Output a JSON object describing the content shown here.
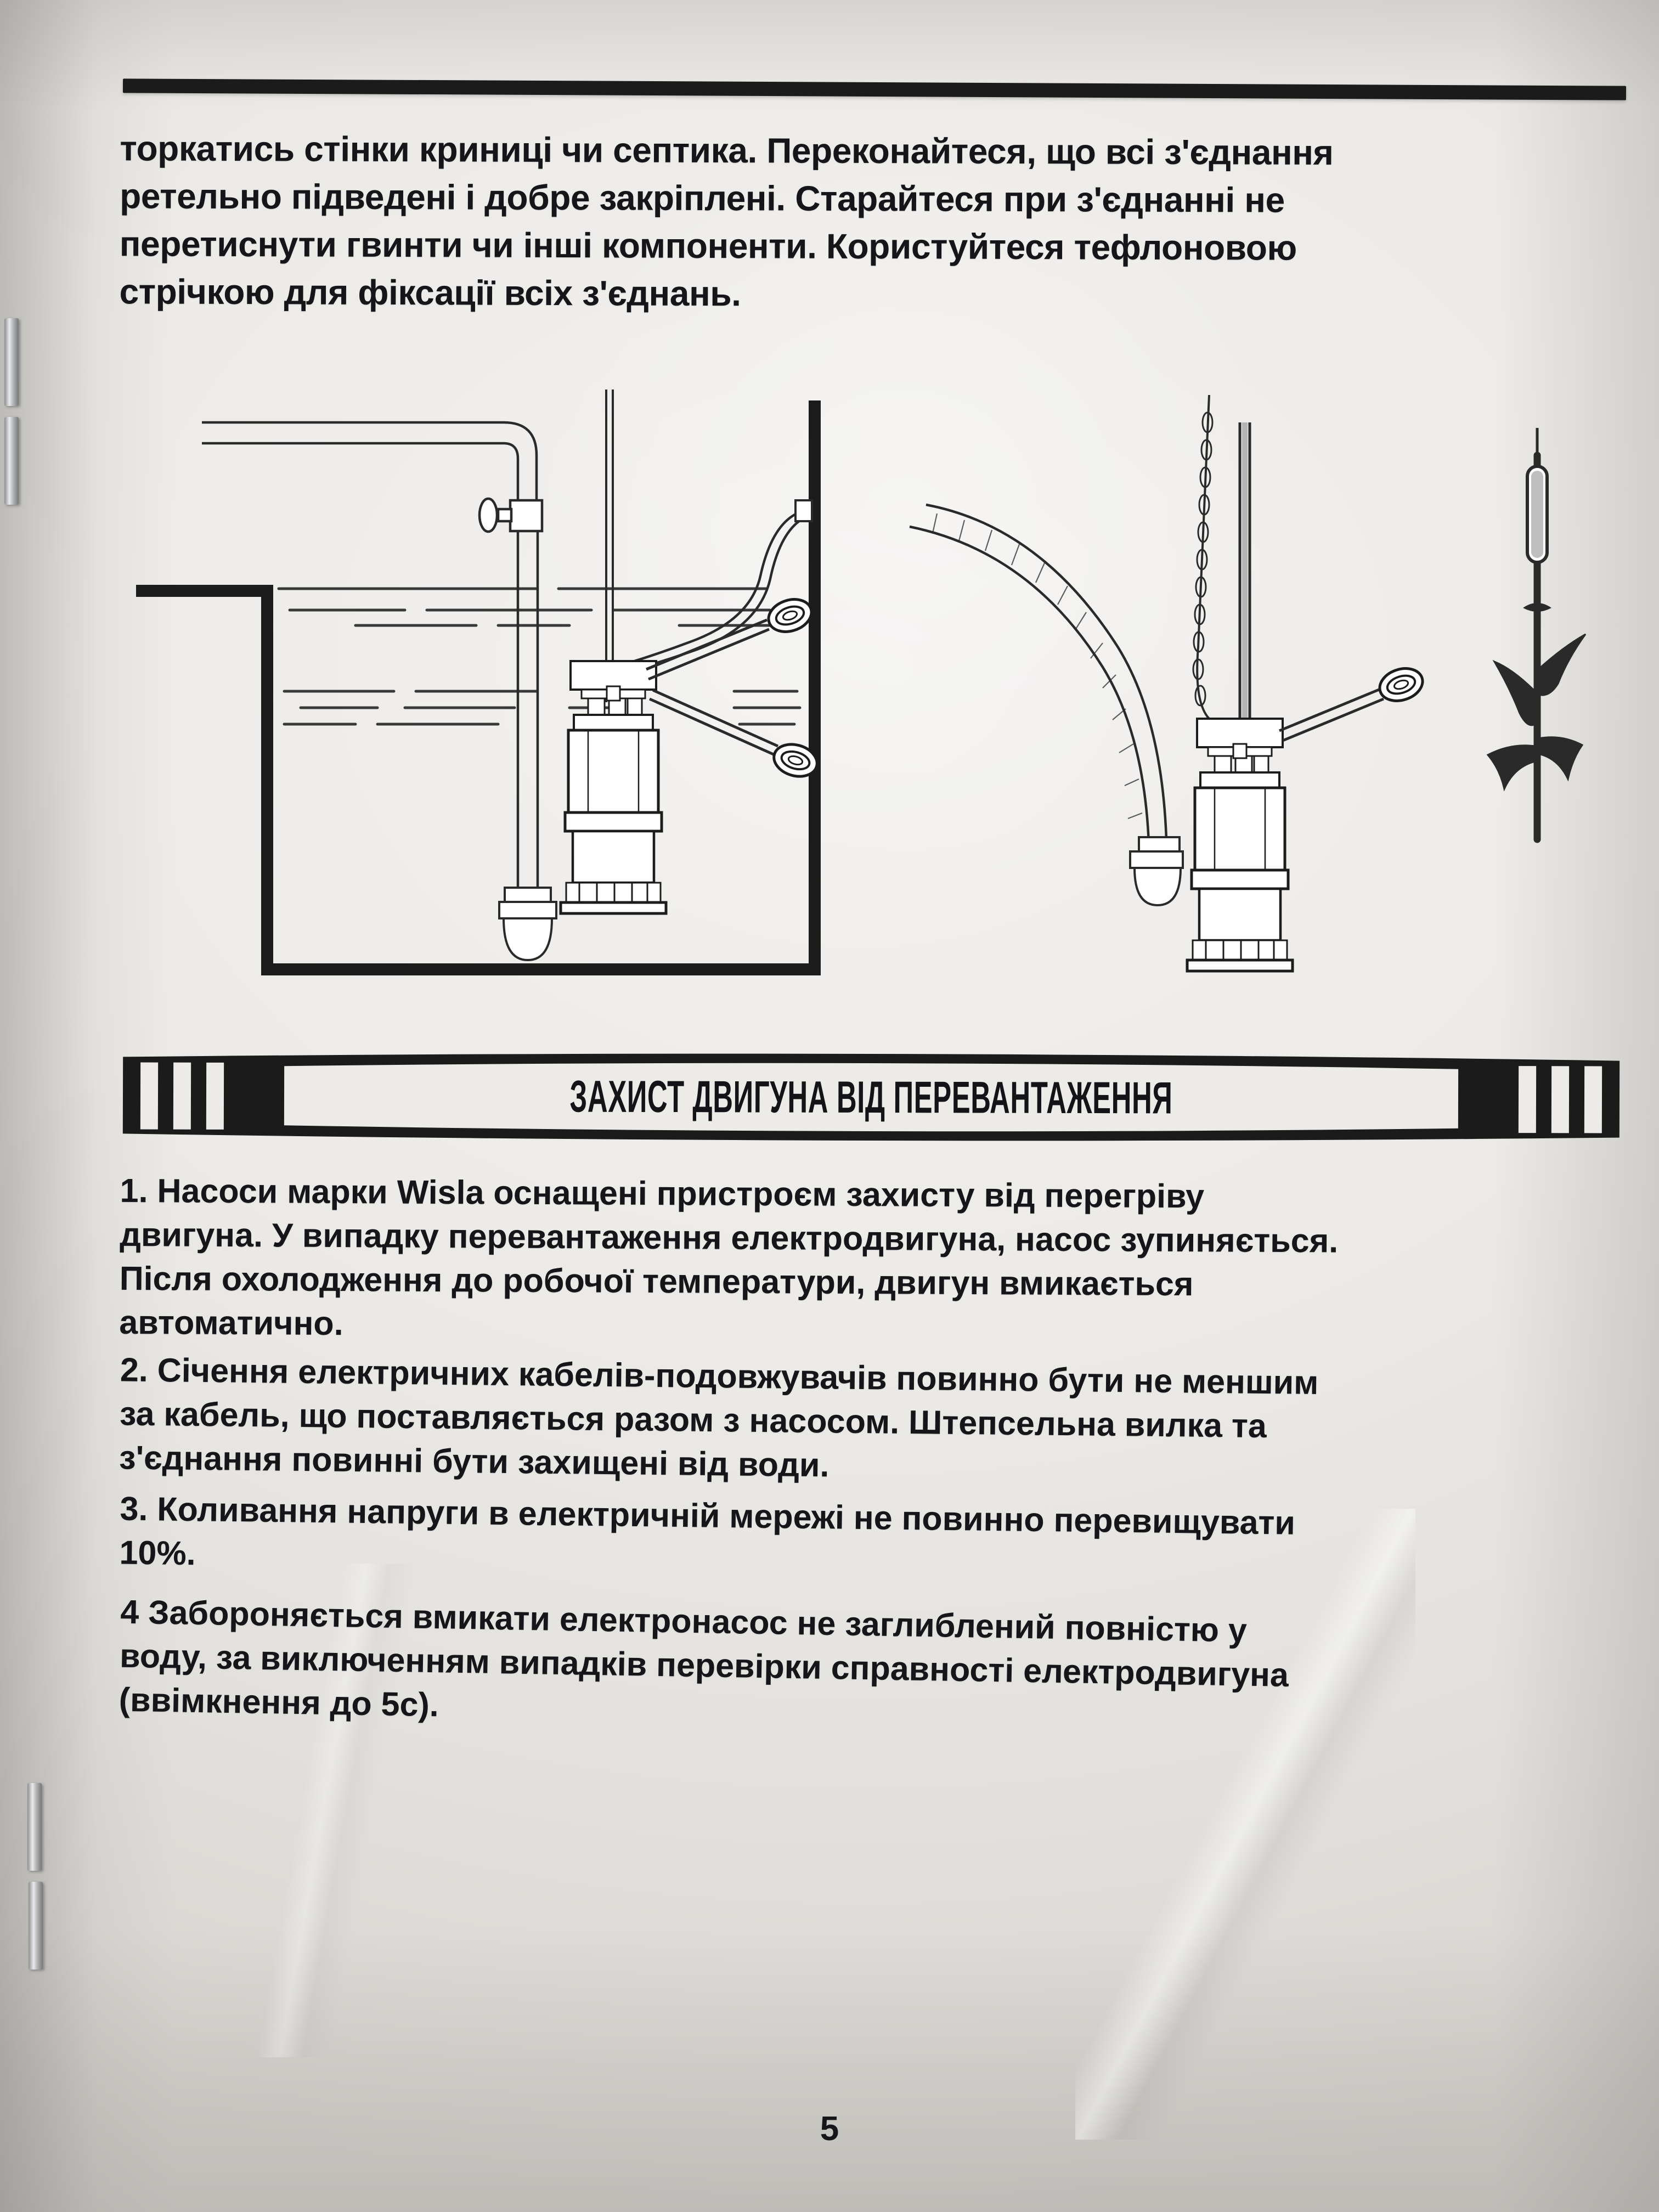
{
  "document": {
    "page_number": "5",
    "language": "uk"
  },
  "intro_paragraph": {
    "lines": [
      "торкатись стінки криниці чи септика. Переконайтеся, що всі з'єднання",
      "ретельно підведені і добре закріплені. Старайтеся при з'єднанні не",
      "перетиснути гвинти чи інші компоненти. Користуйтеся тефлоновою",
      "стрічкою для фіксації всіх з'єднань."
    ]
  },
  "figures": {
    "caption_alt": "Схеми встановлення занурювального насоса",
    "items": [
      {
        "name": "pump-in-well-installation",
        "description": "Занурювальний насос у криниці з напірним трубопроводом, вентилем та двома поплавковими вимикачами"
      },
      {
        "name": "pump-with-flexible-hose",
        "description": "Насос з гнучким шлангом, ланцюгом та поплавковим вимикачем"
      },
      {
        "name": "reed-plant-illustration",
        "description": "Рослина очерет"
      }
    ]
  },
  "section": {
    "banner_title": "ЗАХИСТ ДВИГУНА ВІД ПЕРЕВАНТАЖЕННЯ"
  },
  "items": [
    {
      "number": "1.",
      "lines": [
        "1. Насоси марки Wisla оснащені пристроєм захисту від перегріву",
        "двигуна. У випадку перевантаження електродвигуна, насос зупиняється.",
        "Після охолодження до робочої температури, двигун вмикається",
        "автоматично."
      ]
    },
    {
      "number": "2.",
      "lines": [
        "2. Січення електричних кабелів-подовжувачів повинно бути не меншим",
        "за кабель, що поставляється разом з насосом. Штепсельна вилка та",
        "з'єднання повинні бути захищені від води."
      ]
    },
    {
      "number": "3.",
      "lines": [
        "3. Коливання напруги в електричній мережі не повинно перевищувати",
        "10%."
      ]
    },
    {
      "number": "4",
      "lines": [
        "4 Забороняється вмикати електронасос не заглиблений повністю у",
        "воду, за виключенням випадків перевірки справності електродвигуна",
        "(ввімкнення до 5с)."
      ]
    }
  ],
  "colors": {
    "ink": "#16161a",
    "rule": "#1b1b1b",
    "paper": "#eceae7"
  }
}
